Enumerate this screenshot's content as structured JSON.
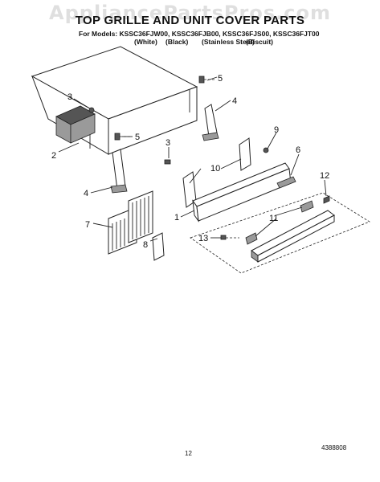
{
  "watermark": "AppliancePartsPros.com",
  "title": "TOP GRILLE AND UNIT COVER PARTS",
  "models_line": "For Models: KSSC36FJW00, KSSC36FJB00, KSSC36FJS00, KSSC36FJT00",
  "colors": [
    "(White)",
    "(Black)",
    "(Stainless Steel)",
    "(Biscuit)"
  ],
  "callouts": [
    "1",
    "2",
    "3",
    "3",
    "4",
    "4",
    "5",
    "5",
    "6",
    "7",
    "8",
    "9",
    "10",
    "11",
    "12",
    "13"
  ],
  "page_number": "12",
  "document_number": "4388808"
}
